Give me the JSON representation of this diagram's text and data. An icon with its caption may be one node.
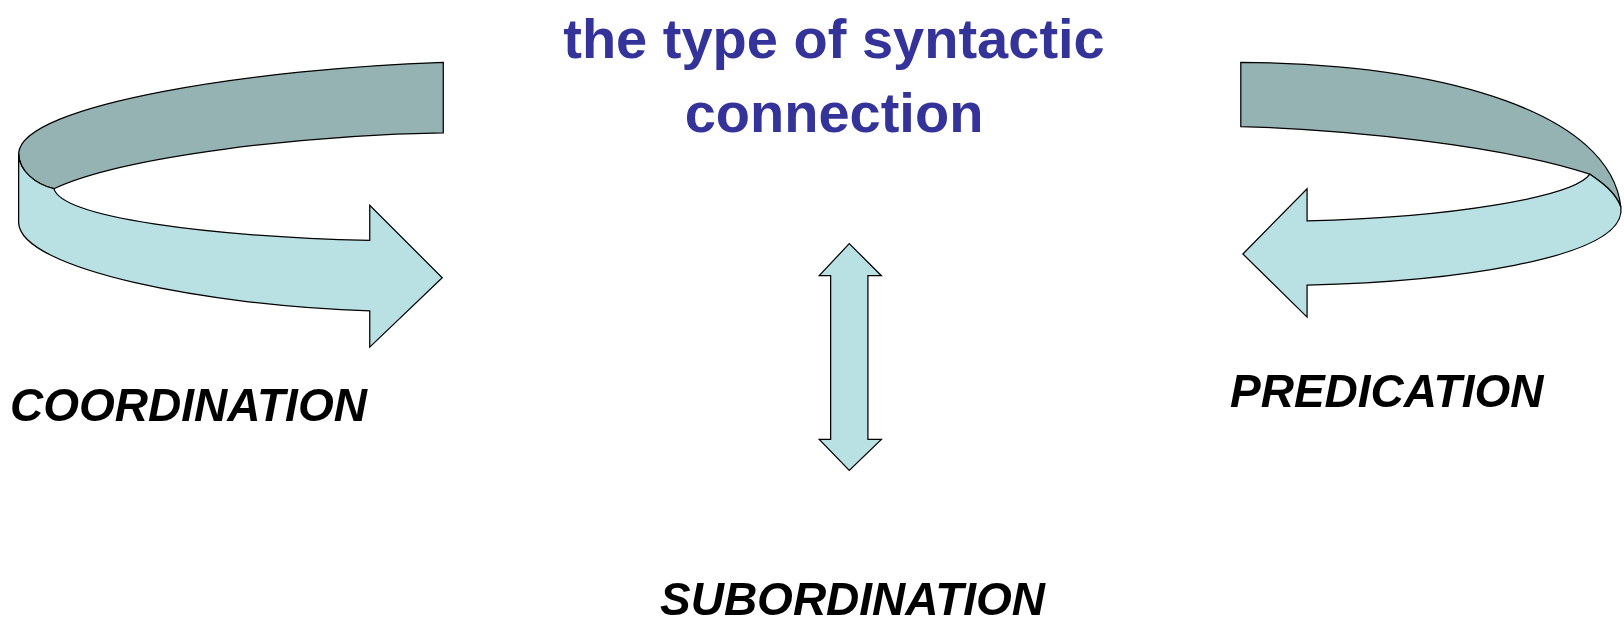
{
  "diagram": {
    "title": "the type of syntactic connection",
    "labels": [
      "COORDINATION",
      "PREDICATION",
      "SUBORDINATION"
    ]
  }
}
